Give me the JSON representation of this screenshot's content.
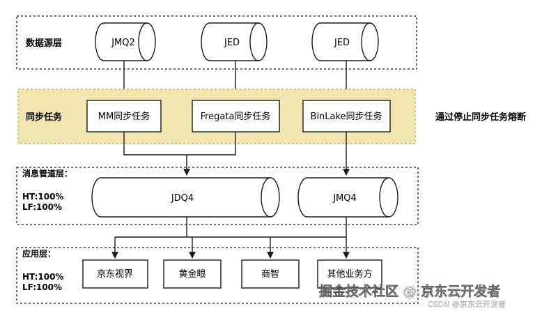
{
  "layers": {
    "source": {
      "label": "数据源层"
    },
    "sync": {
      "label": "同步任务",
      "note": "通过停止同步任务熔断"
    },
    "pipeline": {
      "label": "消息管道层：",
      "stat1": "HT:100%",
      "stat2": "LF:100%"
    },
    "app": {
      "label": "应用层：",
      "stat1": "HT:100%",
      "stat2": "LF:100%"
    }
  },
  "sources": [
    {
      "label": "JMQ2"
    },
    {
      "label": "JED"
    },
    {
      "label": "JED"
    }
  ],
  "sync_tasks": [
    {
      "label": "MM同步任务"
    },
    {
      "label": "Fregata同步任务"
    },
    {
      "label": "BinLake同步任务"
    }
  ],
  "pipes": [
    {
      "label": "JDQ4"
    },
    {
      "label": "JMQ4"
    }
  ],
  "apps": [
    {
      "label": "京东视界"
    },
    {
      "label": "黄金眼"
    },
    {
      "label": "商智"
    },
    {
      "label": "其他业务方"
    }
  ],
  "watermark": {
    "main": "掘金技术社区 @ 京东云开发者",
    "sub": "CSDN @京东云开发者"
  },
  "colors": {
    "sync_band_fill": "#f2e6b0",
    "sync_band_border": "#b8a64a",
    "stroke": "#1a1a1a"
  }
}
